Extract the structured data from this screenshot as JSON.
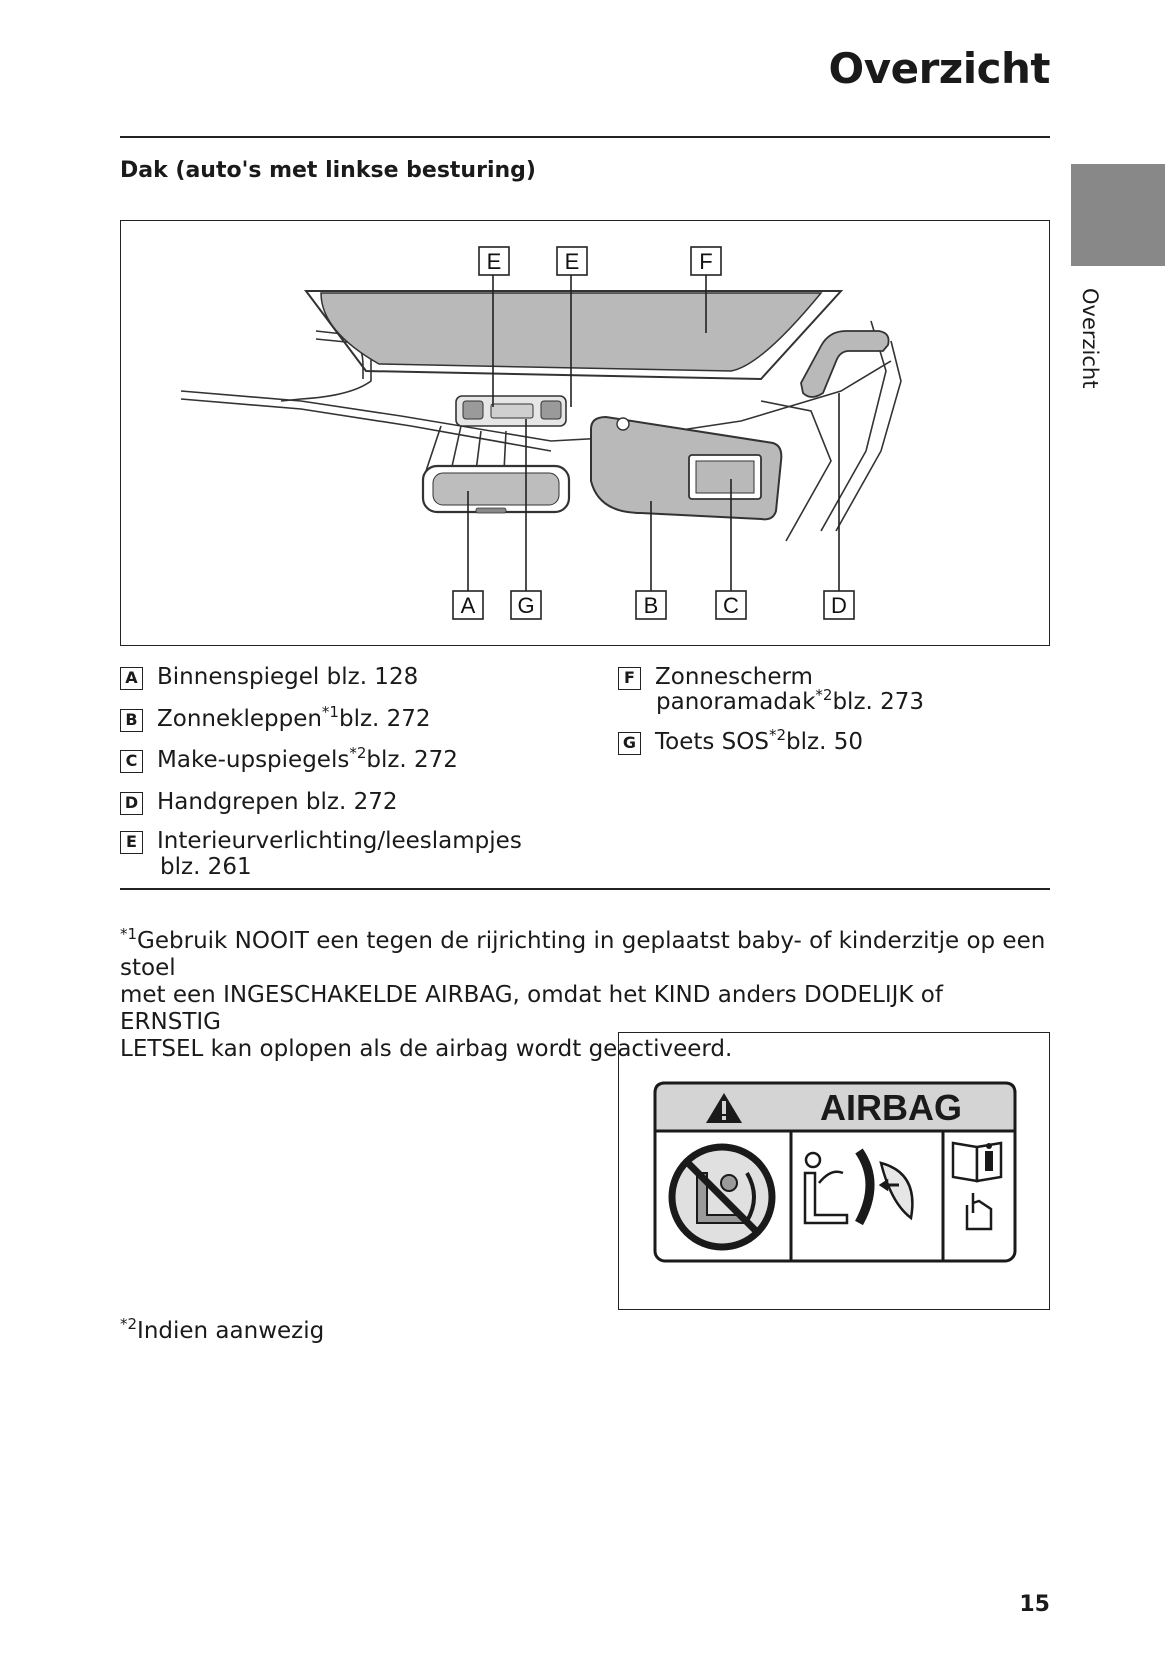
{
  "header": {
    "title": "Overzicht",
    "side_label": "Overzicht"
  },
  "section": {
    "heading": "Dak (auto's met linkse besturing)"
  },
  "figure": {
    "callouts": [
      "E",
      "E",
      "F",
      "A",
      "G",
      "B",
      "C",
      "D"
    ]
  },
  "legend": {
    "items": [
      {
        "key": "A",
        "text": "Binnenspiegel blz. 128",
        "sup": "",
        "after": ""
      },
      {
        "key": "B",
        "text": "Zonnekleppen",
        "sup": "*1",
        "after": "blz. 272"
      },
      {
        "key": "C",
        "text": "Make-upspiegels",
        "sup": "*2",
        "after": "blz. 272"
      },
      {
        "key": "D",
        "text": "Handgrepen blz. 272",
        "sup": "",
        "after": ""
      },
      {
        "key": "E",
        "text": "Interieurverlichting/leeslampjes",
        "sup": "",
        "after": "",
        "cont": "blz. 261"
      },
      {
        "key": "F",
        "text": "Zonnescherm",
        "sup": "",
        "after": "",
        "cont": "panoramadak",
        "cont_sup": "*2",
        "cont_after": "blz. 273"
      },
      {
        "key": "G",
        "text": "Toets SOS",
        "sup": "*2",
        "after": "blz. 50"
      }
    ]
  },
  "notes": {
    "note1_sup": "*1",
    "note1_lines": [
      "Gebruik NOOIT een tegen de rijrichting in geplaatst baby- of kinderzitje op een stoel",
      "met een INGESCHAKELDE AIRBAG, omdat het KIND anders DODELIJK of ERNSTIG",
      "LETSEL kan oplopen als de airbag wordt geactiveerd."
    ],
    "note2_sup": "*2",
    "note2_text": "Indien aanwezig"
  },
  "warning_label": {
    "title": "AIRBAG",
    "colors": {
      "header": "#d4d4d4",
      "frame": "#1a1a1a"
    },
    "icons": [
      "warning-triangle-icon",
      "no-child-seat-icon",
      "airbag-deploy-icon",
      "manual-book-icon"
    ]
  },
  "footer": {
    "page_number": "15"
  }
}
